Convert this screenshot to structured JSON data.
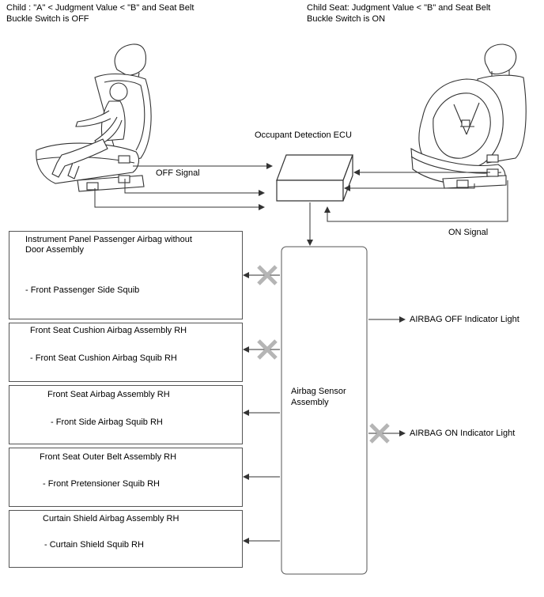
{
  "header": {
    "left_condition": "Child : \"A\" < Judgment Value < \"B\" and Seat Belt\nBuckle Switch is OFF",
    "right_condition": "Child Seat: Judgment Value < \"B\" and Seat Belt\nBuckle Switch is ON"
  },
  "ecu": {
    "label": "Occupant Detection ECU"
  },
  "signals": {
    "off": "OFF Signal",
    "on": "ON Signal"
  },
  "sensor": {
    "label": "Airbag Sensor\nAssembly"
  },
  "outputs": {
    "airbag_off_light": "AIRBAG OFF Indicator Light",
    "airbag_on_light": "AIRBAG ON Indicator Light"
  },
  "components": [
    {
      "title": "Instrument Panel Passenger Airbag without\nDoor Assembly",
      "item": "- Front Passenger Side Squib",
      "blocked": true
    },
    {
      "title": "Front Seat Cushion Airbag Assembly RH",
      "item": "- Front Seat Cushion Airbag Squib RH",
      "blocked": true
    },
    {
      "title": "Front Seat Airbag Assembly RH",
      "item": "- Front Side Airbag Squib RH",
      "blocked": false
    },
    {
      "title": "Front Seat Outer Belt Assembly RH",
      "item": "- Front Pretensioner Squib RH",
      "blocked": false
    },
    {
      "title": "Curtain Shield Airbag Assembly RH",
      "item": "- Curtain Shield Squib RH",
      "blocked": false
    }
  ],
  "colors": {
    "line": "#333333",
    "blocked_x": "#b5b5b5"
  }
}
